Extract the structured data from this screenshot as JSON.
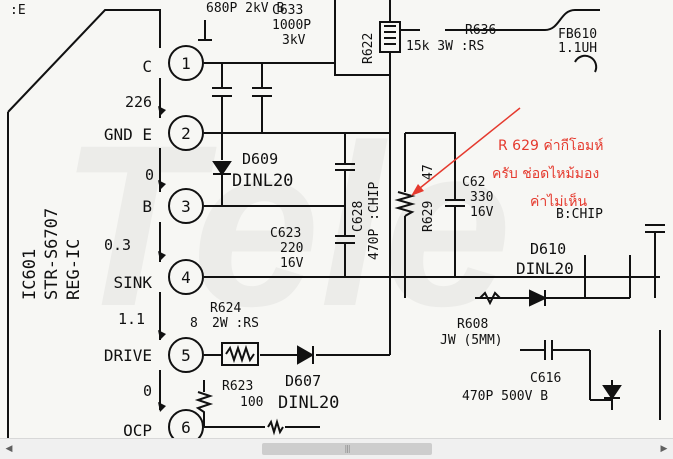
{
  "schematic": {
    "ic": {
      "ref": "IC601",
      "part": "STR-S6707",
      "type": "REG-IC"
    },
    "pins": [
      {
        "num": "1",
        "label": "C",
        "voltage": "226"
      },
      {
        "num": "2",
        "label": "GND E",
        "voltage": "0"
      },
      {
        "num": "3",
        "label": "B",
        "voltage": "0.3"
      },
      {
        "num": "4",
        "label": "SINK",
        "voltage": "1.1"
      },
      {
        "num": "5",
        "label": "DRIVE",
        "voltage": "0"
      },
      {
        "num": "6",
        "label": "OCP",
        "voltage": ""
      }
    ],
    "top_left_fragment": ":E",
    "components": {
      "cap_top_1": "680P 2kV B",
      "c633": "C633",
      "c633_val1": "1000P",
      "c633_val2": "3kV",
      "r622": "R622",
      "r636": "R636",
      "r636_val": "15k 3W :RS",
      "fb610": "FB610",
      "fb610_val": "1.1UH",
      "d609": "D609",
      "d609_val": "DINL20",
      "c628": "C628",
      "c628_val": "470P :CHIP",
      "r629": "R629",
      "r629_val": "47",
      "c62x": "C62",
      "c62x_v1": "330",
      "c62x_v2": "16V",
      "chip_lbl": "B:CHIP",
      "c623": "C623",
      "c623_v1": "220",
      "c623_v2": "16V",
      "d610": "D610",
      "d610_val": "DINL20",
      "r624": "R624",
      "r624_val": "2W :RS",
      "r608": "R608",
      "r608_val": "JW (5MM)",
      "c616": "C616",
      "c616_val": "470P 500V B",
      "r623": "R623",
      "r623_val": "100",
      "d607": "D607",
      "d607_val": "DINL20",
      "pin_misc": "8"
    },
    "watermark": "Tele",
    "annotation": {
      "line1": "R 629 ค่ากีโอมห์",
      "line2": "ครับ ช่อดไหม้มอง",
      "line3": "ค่าไม่เห็น"
    },
    "colors": {
      "ink": "#111111",
      "annotation": "#e53a2e",
      "paper": "#f7f7f4"
    }
  },
  "scrollbar": {
    "left_icon": "scroll-left-icon",
    "right_icon": "scroll-right-icon",
    "grip": "|||"
  }
}
